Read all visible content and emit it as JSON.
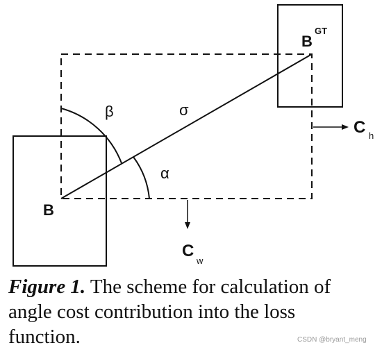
{
  "labels": {
    "box_b": "B",
    "box_gt_base": "B",
    "box_gt_sup": "GT",
    "sigma": "σ",
    "alpha": "α",
    "beta": "β",
    "cw_base": "C",
    "cw_sub": "w",
    "ch_base": "C",
    "ch_sub": "h"
  },
  "caption": {
    "figure_label": "Figure 1.",
    "line1": "The scheme for calculation of",
    "line2": "angle cost contribution into the loss",
    "line3": "function."
  },
  "watermark": "CSDN @bryant_meng"
}
